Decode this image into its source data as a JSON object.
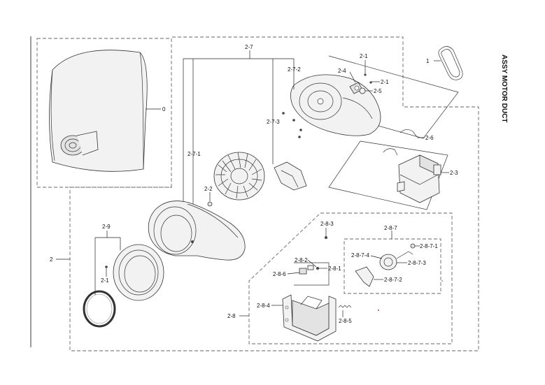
{
  "title": "ASSY MOTOR DUCT",
  "callouts": {
    "c0": "0",
    "c1": "1",
    "c2": "2",
    "c2_1a": "2-1",
    "c2_1b": "2-1",
    "c2_1c": "2-1",
    "c2_2": "2-2",
    "c2_3": "2-3",
    "c2_4": "2-4",
    "c2_5": "2-5",
    "c2_6": "2-6",
    "c2_7": "2-7",
    "c2_7_1": "2-7-1",
    "c2_7_2": "2-7-2",
    "c2_7_3": "2-7-3",
    "c2_8": "2-8",
    "c2_8_1": "2-8-1",
    "c2_8_2": "2-8-2",
    "c2_8_3": "2-8-3",
    "c2_8_4": "2-8-4",
    "c2_8_5": "2-8-5",
    "c2_8_6": "2-8-6",
    "c2_8_7": "2-8-7",
    "c2_8_7_1": "2-8-7-1",
    "c2_8_7_2": "2-8-7-2",
    "c2_8_7_3": "2-8-7-3",
    "c2_8_7_4": "2-8-7-4",
    "c2_9": "2-9"
  }
}
